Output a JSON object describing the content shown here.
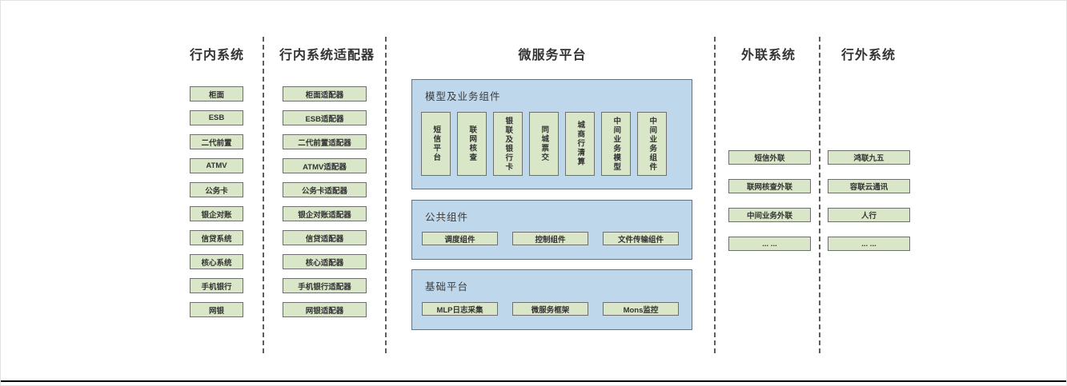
{
  "diagram": {
    "columns": {
      "internal": {
        "title": "行内系统",
        "items": [
          "柜面",
          "ESB",
          "二代前置",
          "ATMV",
          "公务卡",
          "银企对账",
          "信贷系统",
          "核心系统",
          "手机银行",
          "网银"
        ]
      },
      "adapters": {
        "title": "行内系统适配器",
        "items": [
          "柜面适配器",
          "ESB适配器",
          "二代前置适配器",
          "ATMV适配器",
          "公务卡适配器",
          "银企对账适配器",
          "信贷适配器",
          "核心适配器",
          "手机银行适配器",
          "网银适配器"
        ]
      },
      "platform": {
        "title": "微服务平台",
        "panels": [
          {
            "label": "模型及业务组件",
            "items": [
              "短信平台",
              "联网核查",
              "银联及银行卡",
              "同城票交",
              "城商行清算",
              "中间业务模型",
              "中间业务组件"
            ]
          },
          {
            "label": "公共组件",
            "items": [
              "调度组件",
              "控制组件",
              "文件传输组件"
            ]
          },
          {
            "label": "基础平台",
            "items": [
              "MLP日志采集",
              "微服务框架",
              "Mons监控"
            ]
          }
        ]
      },
      "outreach": {
        "title": "外联系统",
        "items": [
          "短信外联",
          "联网核查外联",
          "中间业务外联",
          "... ..."
        ]
      },
      "external": {
        "title": "行外系统",
        "items": [
          "鸿联九五",
          "容联云通讯",
          "人行",
          "... ..."
        ]
      }
    },
    "colors": {
      "panel_blue": "#bed7eb",
      "box_green": "#d9e6c8",
      "border_gray": "#6e6e6e",
      "text": "#333333"
    }
  }
}
